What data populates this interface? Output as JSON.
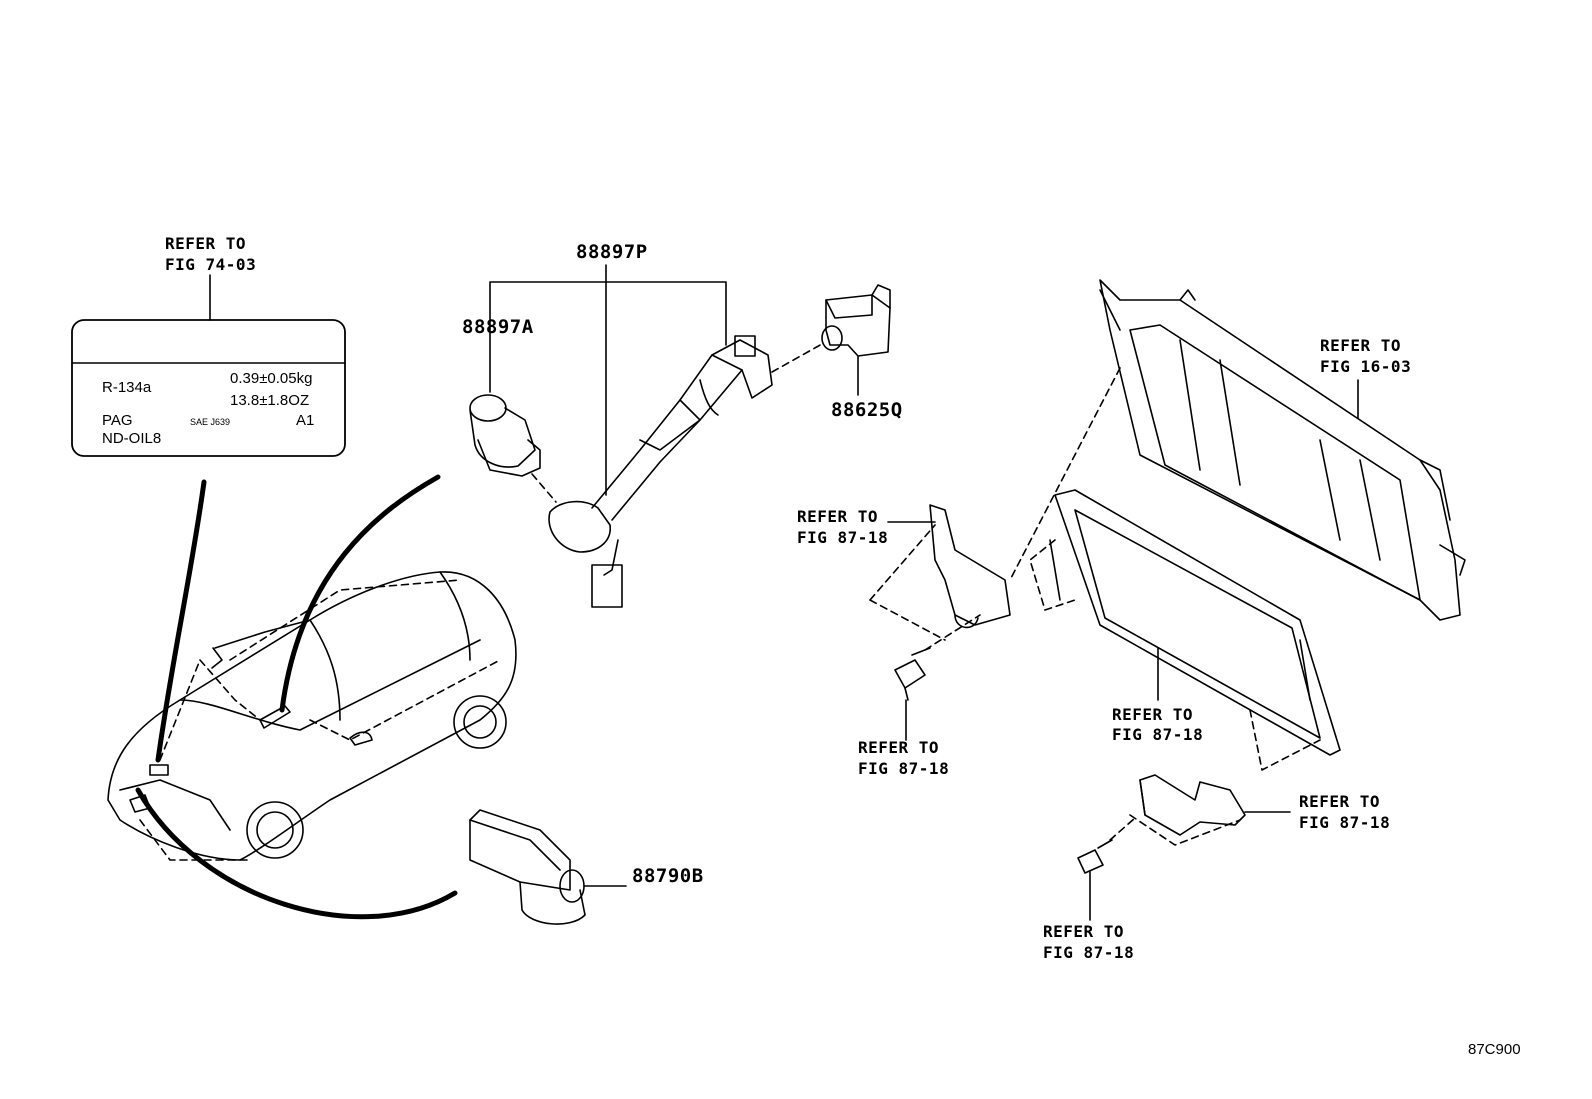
{
  "diagram_id": "87C900",
  "part_numbers": {
    "harness_assembly": "88897P",
    "sensor": "88897A",
    "switch": "88625Q",
    "horn_unit": "88790B"
  },
  "references": {
    "label_ref": [
      "REFER TO",
      "FIG 74-03"
    ],
    "radiator_ref": [
      "REFER TO",
      "FIG 16-03"
    ],
    "bracket_upper_ref": [
      "REFER TO",
      "FIG 87-18"
    ],
    "bolt_upper_ref": [
      "REFER TO",
      "FIG 87-18"
    ],
    "condenser_ref": [
      "REFER TO",
      "FIG 87-18"
    ],
    "bracket_lower_ref": [
      "REFER TO",
      "FIG 87-18"
    ],
    "bolt_lower_ref": [
      "REFER TO",
      "FIG 87-18"
    ]
  },
  "caution_label": {
    "refrigerant": "R-134a",
    "amount_kg": "0.39±0.05kg",
    "amount_oz": "13.8±1.8OZ",
    "oil_type": "PAG",
    "standard": "SAE J639",
    "code": "A1",
    "oil_name": "ND-OIL8"
  }
}
